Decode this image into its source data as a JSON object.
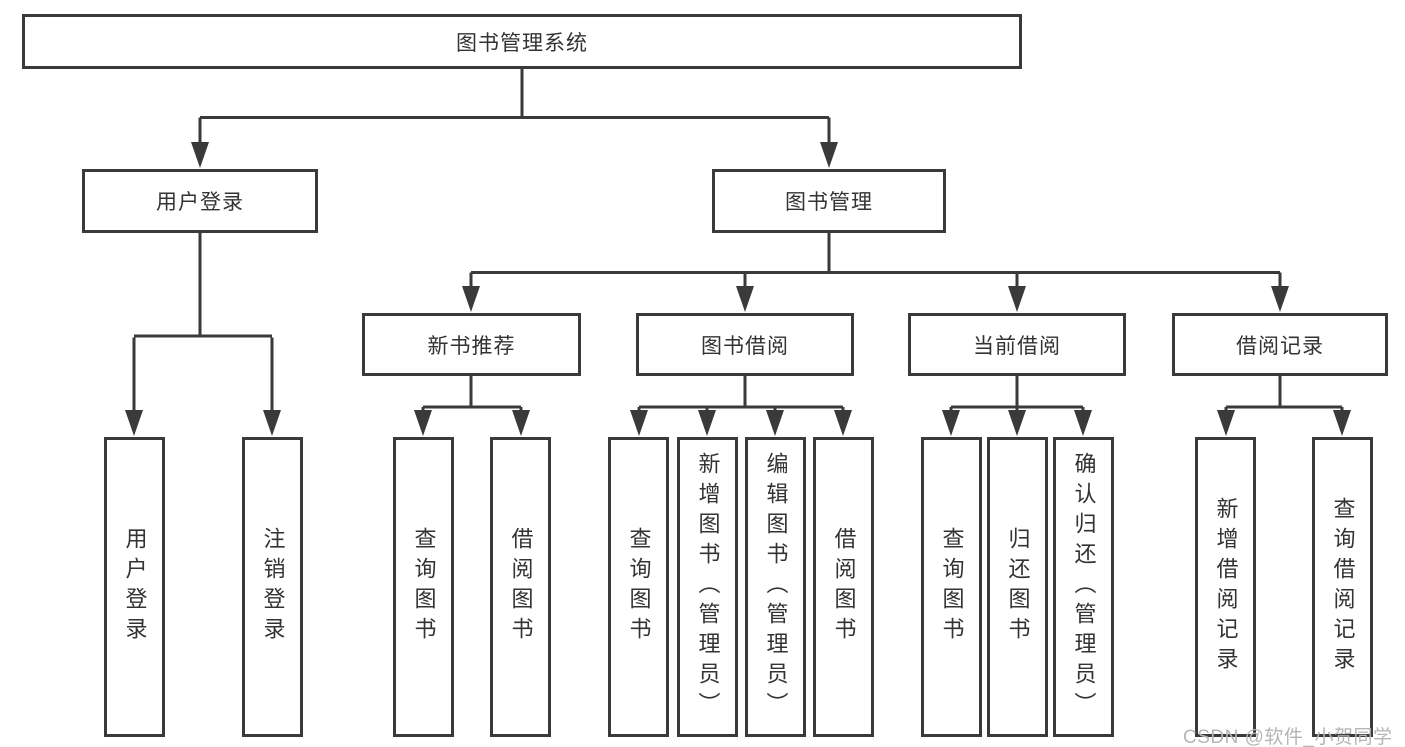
{
  "tree": {
    "label": "图书管理系统",
    "children": [
      {
        "label": "用户登录",
        "children": [
          {
            "label": "用户登录"
          },
          {
            "label": "注销登录"
          }
        ]
      },
      {
        "label": "图书管理",
        "children": [
          {
            "label": "新书推荐",
            "children": [
              {
                "label": "查询图书"
              },
              {
                "label": "借阅图书"
              }
            ]
          },
          {
            "label": "图书借阅",
            "children": [
              {
                "label": "查询图书"
              },
              {
                "label": "新增图书（管理员）"
              },
              {
                "label": "编辑图书（管理员）"
              },
              {
                "label": "借阅图书"
              }
            ]
          },
          {
            "label": "当前借阅",
            "children": [
              {
                "label": "查询图书"
              },
              {
                "label": "归还图书"
              },
              {
                "label": "确认归还（管理员）"
              }
            ]
          },
          {
            "label": "借阅记录",
            "children": [
              {
                "label": "新增借阅记录"
              },
              {
                "label": "查询借阅记录"
              }
            ]
          }
        ]
      }
    ]
  },
  "watermark": "CSDN @软件_小贺同学",
  "colors": {
    "line": "#3a3a3a",
    "text": "#333333",
    "watermark": "#b5b5b5"
  }
}
